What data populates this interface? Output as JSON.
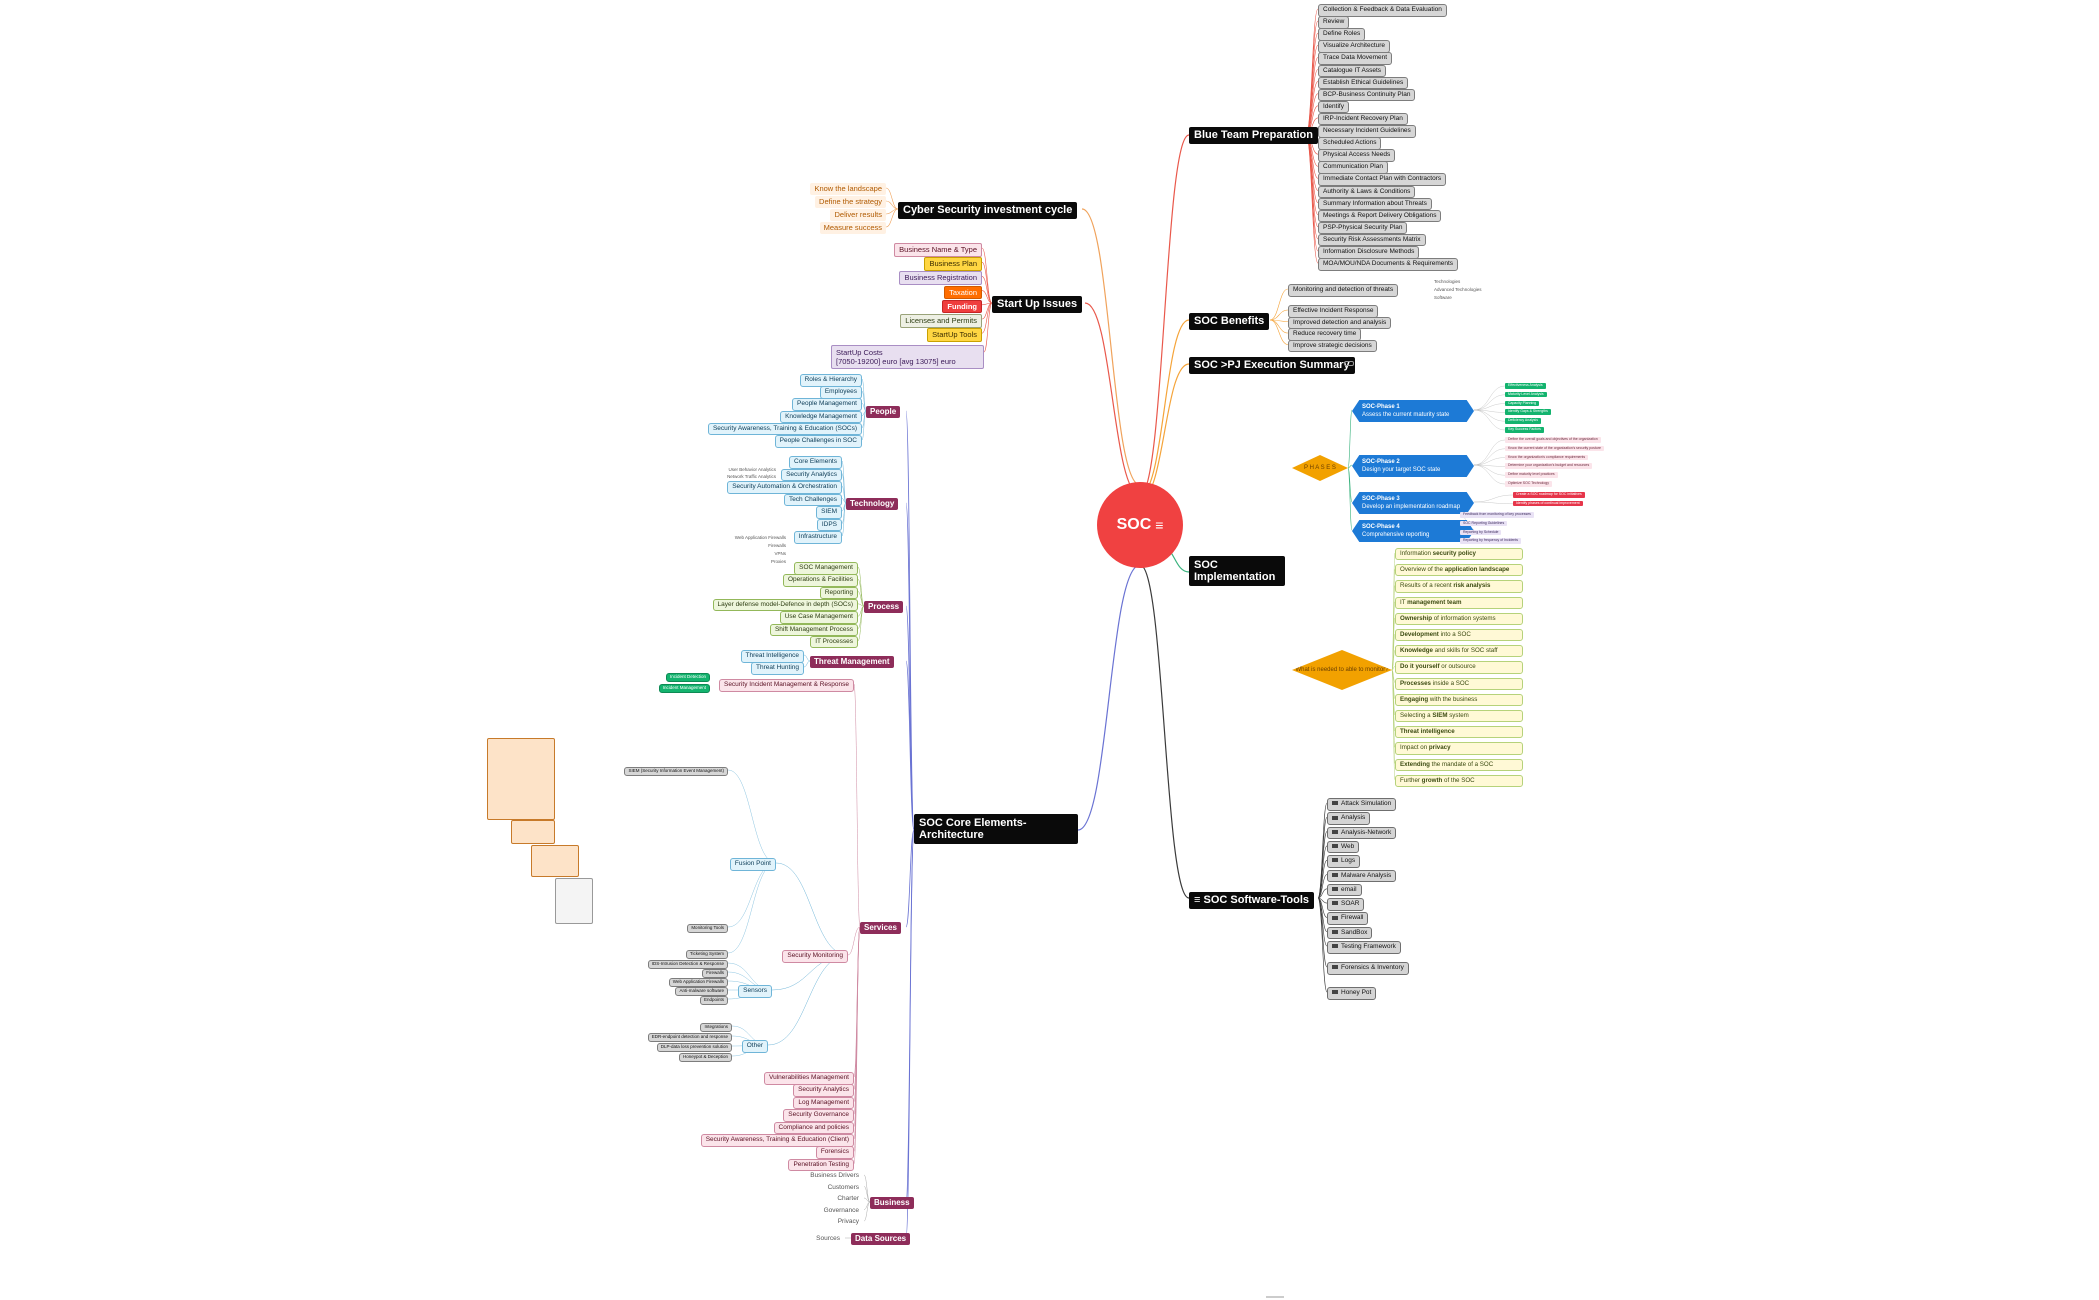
{
  "center": {
    "label": "SOC",
    "icon": "list-lines-icon"
  },
  "colors": {
    "center": "#f04141",
    "main_topic": "#0a0a0a",
    "subtopic": "#8e2d5a",
    "phase": "#1d7ad6",
    "diamond": "#f2a100",
    "gray_topic": "#d6d6d6"
  },
  "blue_team": {
    "title": "Blue Team Preparation",
    "items": [
      "Collection & Feedback & Data Evaluation",
      "Review",
      "Define Roles",
      "Visualize Architecture",
      "Trace Data Movement",
      "Catalogue IT Assets",
      "Establish Ethical Guidelines",
      "BCP-Business Continuity Plan",
      "Identify",
      "IRP-Incident Recovery Plan",
      "Necessary Incident Guidelines",
      "Scheduled Actions",
      "Physical Access Needs",
      "Communication Plan",
      "Immediate Contact Plan with Contractors",
      "Authority & Laws & Conditions",
      "Summary Information about Threats",
      "Meetings & Report Delivery Obligations",
      "PSP-Physical Security Plan",
      "Security Risk Assessments Matrix",
      "Information Disclosure Methods",
      "MOA/MOU/NDA Documents & Requirements"
    ]
  },
  "benefits": {
    "title": "SOC Benefits",
    "items": [
      "Monitoring and detection of threats",
      "Effective Incident Response",
      "Improved detection and analysis",
      "Reduce recovery time",
      "Improve strategic decisions"
    ],
    "tech": [
      "Technologies",
      "Advanced Technologies",
      "Software"
    ]
  },
  "execution": {
    "title": "SOC >PJ Execution Summary"
  },
  "implementation": {
    "title": "SOC Implementation",
    "phases_label": "P H A S E S",
    "phases": [
      {
        "label": "SOC-Phase 1",
        "text": "Assess the current maturity state",
        "notes": [
          "Effectiveness Analysis",
          "Maturity Level Analysis",
          "Capacity Planning",
          "Identify Gaps & Strengths",
          "Deficiency Analysis",
          "Key Success Factors"
        ]
      },
      {
        "label": "SOC-Phase 2",
        "text": "Design your target SOC state",
        "notes": [
          "Define the overall goals and objectives of the organization",
          "Know the current state of the organization's security posture",
          "Know the organization's compliance requirements",
          "Determine your organization's budget and resources",
          "Define maturity level practices",
          "Optimize SOC Technology"
        ]
      },
      {
        "label": "SOC-Phase 3",
        "text": "Develop an implementation roadmap",
        "notes": [
          "Create a SOC roadmap for SOC initiatives",
          "Identify phases of continual improvement"
        ]
      },
      {
        "label": "SOC-Phase 4",
        "text": "Comprehensive reporting",
        "notes": [
          "Feedback from monitoring of key processes",
          "SOC Reporting Guidelines",
          "Reporting by Schedule",
          "Reporting by frequency of Incidents"
        ]
      }
    ],
    "question": "What is needed to able to monitor?",
    "needs": [
      {
        "a": "Information ",
        "b": "security policy",
        "c": ""
      },
      {
        "a": "Overview of the ",
        "b": "application landscape",
        "c": ""
      },
      {
        "a": "Results of a recent ",
        "b": "risk analysis",
        "c": ""
      },
      {
        "a": "IT ",
        "b": "management team",
        "c": ""
      },
      {
        "a": "",
        "b": "Ownership",
        "c": " of information systems"
      },
      {
        "a": "",
        "b": "Development",
        "c": " into a SOC"
      },
      {
        "a": "",
        "b": "Knowledge",
        "c": " and skills for SOC staff"
      },
      {
        "a": "",
        "b": "Do it yourself",
        "c": " or outsource"
      },
      {
        "a": "",
        "b": "Processes",
        "c": " inside a SOC"
      },
      {
        "a": "",
        "b": "Engaging",
        "c": " with the business"
      },
      {
        "a": "Selecting a ",
        "b": "SIEM",
        "c": " system"
      },
      {
        "a": "",
        "b": "Threat intelligence",
        "c": ""
      },
      {
        "a": "Impact on ",
        "b": "privacy",
        "c": ""
      },
      {
        "a": "",
        "b": "Extending",
        "c": " the mandate of a SOC"
      },
      {
        "a": "Further ",
        "b": "growth",
        "c": " of the SOC"
      }
    ]
  },
  "software": {
    "title": "SOC Software-Tools",
    "items": [
      "Attack Simulation",
      "Analysis",
      "Analysis-Network",
      "Web",
      "Logs",
      "Malware Analysis",
      "email",
      "SOAR",
      "Firewall",
      "SandBox",
      "Testing Framework",
      "Forensics & Inventory",
      "Honey Pot"
    ]
  },
  "investment": {
    "title": "Cyber Security investment cycle",
    "items": [
      "Know the landscape",
      "Define the strategy",
      "Deliver results",
      "Measure success"
    ]
  },
  "startup": {
    "title": "Start Up Issues",
    "items": [
      "Business Name & Type",
      "Business Plan",
      "Business Registration",
      "Taxation",
      "Funding",
      "Licenses and Permits",
      "StartUp Tools"
    ],
    "costs": "StartUp Costs",
    "costs_value": "[7050-19200]  euro  [avg 13075] euro"
  },
  "core": {
    "title": "SOC Core Elements-Architecture",
    "people": {
      "label": "People",
      "items": [
        "Roles & Hierarchy",
        "Employees",
        "People Management",
        "Knowledge Management",
        "Security Awareness, Training & Education (SOCs)",
        "People Challenges in SOC"
      ]
    },
    "technology": {
      "label": "Technology",
      "items": [
        "Core Elements",
        "Security Analytics",
        "Security Automation & Orchestration",
        "Tech Challenges",
        "SIEM",
        "IDPS",
        "Infrastructure"
      ],
      "analytics_notes": [
        "User Behavior Analytics",
        "Network Traffic Analytics"
      ],
      "infra_notes": [
        "Web Application Firewalls",
        "Firewalls",
        "VPNs",
        "Proxies"
      ]
    },
    "process": {
      "label": "Process",
      "items": [
        "SOC Management",
        "Operations & Facilities",
        "Reporting",
        "Layer defense model-Defence in depth (SOCs)",
        "Use Case Management",
        "Shift Management Process",
        "IT Processes"
      ]
    },
    "threat": {
      "label": "Threat Management",
      "items": [
        "Threat Intelligence",
        "Threat Hunting"
      ]
    },
    "services": {
      "label": "Services",
      "incident": "Security Incident Management & Response",
      "incident_notes": [
        "Incident Detection",
        "Incident Management"
      ],
      "fusion": "Fusion Point",
      "security_monitoring": "Security Monitoring",
      "sensors": "Sensors",
      "other": "Other",
      "siem_notes": [
        "SIEM (Security Information Event Management)",
        "Monitoring Tools",
        "Ticketing System"
      ],
      "sensor_notes": [
        "IDS-Intrusion Detection & Response",
        "Firewalls",
        "Web Application Firewalls",
        "Anti-malware software",
        "Endpoints"
      ],
      "other_notes": [
        "Integrations",
        "EDR-endpoint detection and response",
        "DLP-data loss prevention solution",
        "Honeypot & Deception"
      ],
      "items": [
        "Vulnerabilities Management",
        "Security Analytics",
        "Log Management",
        "Security Governance",
        "Compliance and policies",
        "Security Awareness, Training & Education (Client)",
        "Forensics",
        "Penetration Testing"
      ]
    },
    "business": {
      "label": "Business",
      "items": [
        "Business Drivers",
        "Customers",
        "Charter",
        "Governance",
        "Privacy"
      ]
    },
    "data_sources": {
      "label": "Data Sources",
      "items": [
        "Sources"
      ]
    }
  }
}
